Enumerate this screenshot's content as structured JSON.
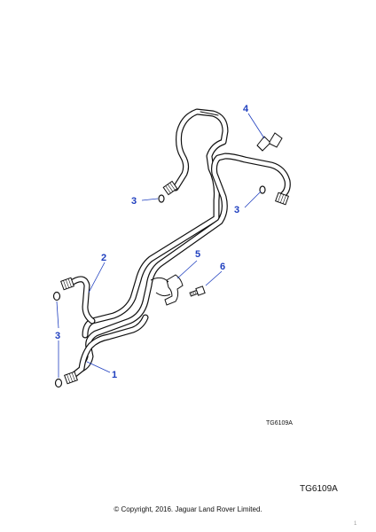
{
  "diagram": {
    "callouts": {
      "c1": "1",
      "c2": "2",
      "c3a": "3",
      "c3b": "3",
      "c3c": "3",
      "c4": "4",
      "c5": "5",
      "c6": "6"
    },
    "ref_small": "TG6109A",
    "ref_large": "TG6109A",
    "copyright": "© Copyright, 2016. Jaguar Land Rover Limited.",
    "page_number": "1"
  },
  "colors": {
    "callout": "#1f3fbf",
    "line": "#111111",
    "background": "#ffffff"
  }
}
